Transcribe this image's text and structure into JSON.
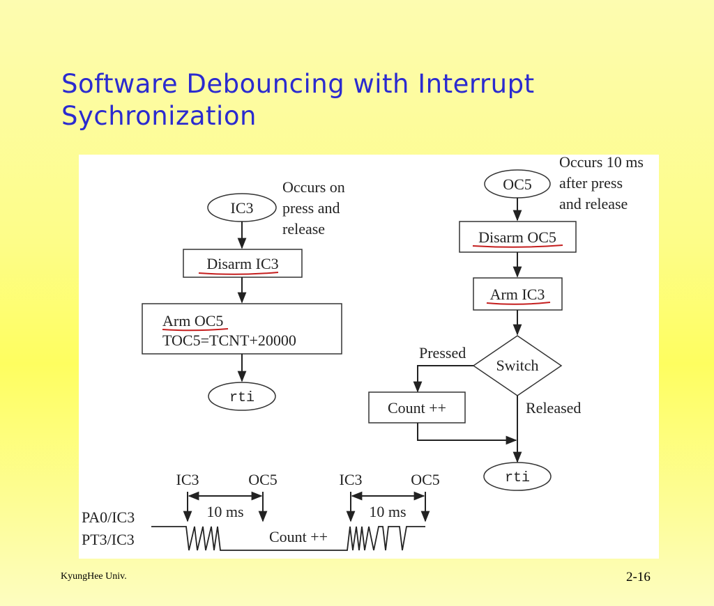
{
  "title": {
    "line1": "Software Debouncing with Interrupt",
    "line2": "Sychronization"
  },
  "left_flow": {
    "start": "IC3",
    "note_lines": [
      "Occurs on",
      "press and",
      "release"
    ],
    "box1": "Disarm IC3",
    "box2_line1": "Arm OC5",
    "box2_line2": "TOC5=TCNT+20000",
    "end": "rti"
  },
  "right_flow": {
    "start": "OC5",
    "note_lines": [
      "Occurs 10 ms",
      "after press",
      "and release"
    ],
    "box1": "Disarm OC5",
    "box2": "Arm IC3",
    "decision": "Switch",
    "branch_pressed": "Pressed",
    "branch_released": "Released",
    "count_box": "Count ++",
    "end": "rti"
  },
  "timing": {
    "event1": "IC3",
    "event2": "OC5",
    "event3": "IC3",
    "event4": "OC5",
    "interval1": "10 ms",
    "interval2": "10 ms",
    "signal_line1": "PA0/IC3",
    "signal_line2": "PT3/IC3",
    "count_label": "Count ++"
  },
  "colors": {
    "title": "#2b2bcf",
    "underline": "#c41e1e"
  },
  "footer": {
    "left": "KyungHee Univ.",
    "right": "2-16"
  }
}
